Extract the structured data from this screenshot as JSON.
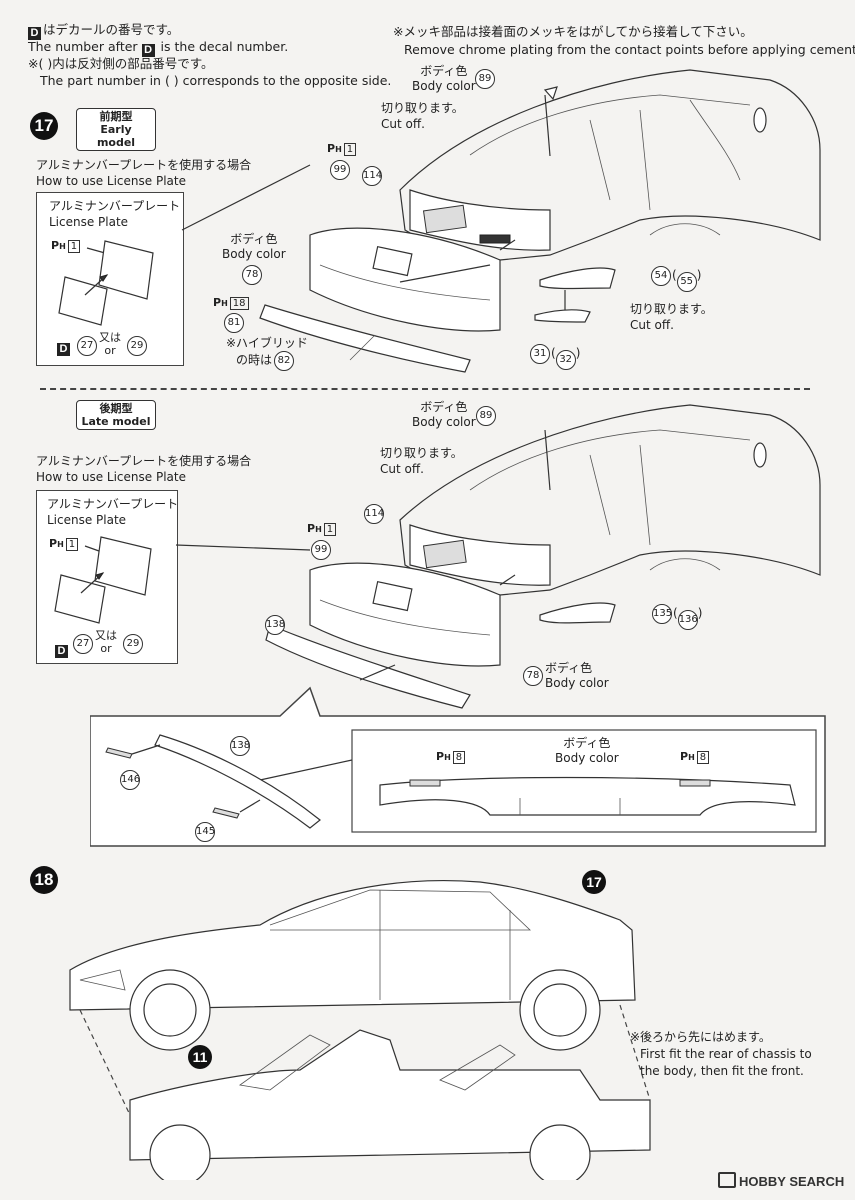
{
  "header": {
    "decal_note_ja": "はデカールの番号です。",
    "decal_note_en_pre": "The number after",
    "decal_note_en_post": "is the decal number.",
    "opposite_note_ja": "※(  )内は反対側の部品番号です。",
    "opposite_note_en": "The part number in (   ) corresponds to the opposite side.",
    "chrome_note_ja": "※メッキ部品は接着面のメッキをはがしてから接着して下さい。",
    "chrome_note_en": "Remove chrome plating from the contact points before applying cement.",
    "d_letter": "D"
  },
  "step17": {
    "number": "17",
    "early": {
      "badge_ja": "前期型",
      "badge_en": "Early model",
      "plate_ja": "アルミナンバープレートを使用する場合",
      "plate_en": "How to use License Plate",
      "box_title_ja": "アルミナンバープレート",
      "box_title_en": "License Plate",
      "ph_label": "P",
      "ph_sub": "H",
      "ph_num": "1",
      "decal_a": "27",
      "decal_or_ja": "又は",
      "decal_or_en": "or",
      "decal_b": "29",
      "body_color_ja": "ボディ色",
      "body_color_en": "Body color",
      "cutoff_ja": "切り取ります。",
      "cutoff_en": "Cut off.",
      "part_89": "89",
      "part_99": "99",
      "part_114": "114",
      "part_78": "78",
      "ph18": "18",
      "part_81": "81",
      "hybrid_ja": "※ハイブリッド",
      "hybrid_ja2": "の時は",
      "part_82": "82",
      "part_54": "54",
      "part_55": "55",
      "part_31": "31",
      "part_32": "32"
    },
    "late": {
      "badge_ja": "後期型",
      "badge_en": "Late model",
      "plate_ja": "アルミナンバープレートを使用する場合",
      "plate_en": "How to use License Plate",
      "box_title_ja": "アルミナンバープレート",
      "box_title_en": "License Plate",
      "ph_num": "1",
      "decal_a": "27",
      "decal_or_ja": "又は",
      "decal_or_en": "or",
      "decal_b": "29",
      "body_color_ja": "ボディ色",
      "body_color_en": "Body color",
      "cutoff_ja": "切り取ります。",
      "cutoff_en": "Cut off.",
      "part_89": "89",
      "part_99": "99",
      "part_114": "114",
      "part_138": "138",
      "part_78": "78",
      "part_135": "135",
      "part_136": "136"
    },
    "detail": {
      "part_138": "138",
      "part_146": "146",
      "part_145": "145",
      "body_color_ja": "ボディ色",
      "body_color_en": "Body color",
      "ph8": "8"
    }
  },
  "step18": {
    "number": "18",
    "ref_17": "17",
    "ref_11": "11",
    "note_ja": "※後ろから先にはめます。",
    "note_en1": "First fit the rear of chassis to",
    "note_en2": "the body, then fit the front."
  },
  "watermark": {
    "text": "HOBBY SEARCH"
  }
}
